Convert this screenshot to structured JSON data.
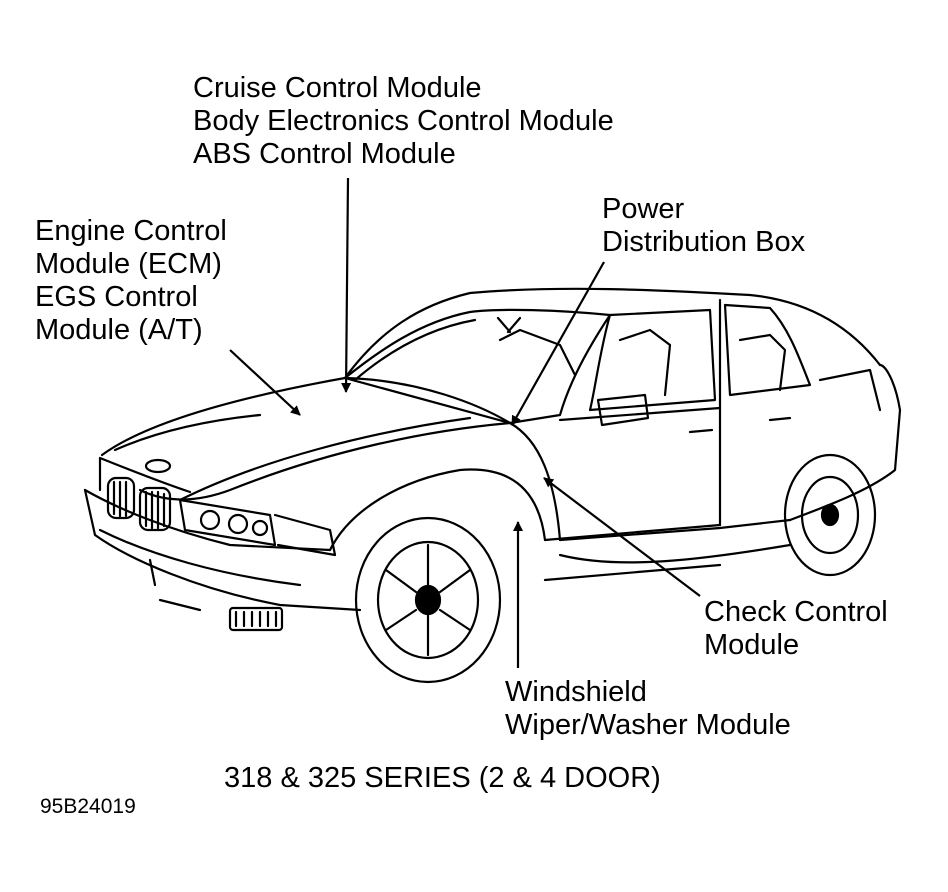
{
  "labels": {
    "top": [
      "Cruise Control Module",
      "Body Electronics Control Module",
      "ABS Control Module"
    ],
    "left": [
      "Engine Control",
      "Module (ECM)",
      "EGS Control",
      "Module (A/T)"
    ],
    "power": [
      "Power",
      "Distribution Box"
    ],
    "check": [
      "Check Control",
      "Module"
    ],
    "wiper": [
      "Windshield",
      "Wiper/Washer Module"
    ]
  },
  "caption": "318 & 325 SERIES (2 & 4 DOOR)",
  "figure_id": "95B24019",
  "colors": {
    "ink": "#000000",
    "paper": "#ffffff"
  }
}
